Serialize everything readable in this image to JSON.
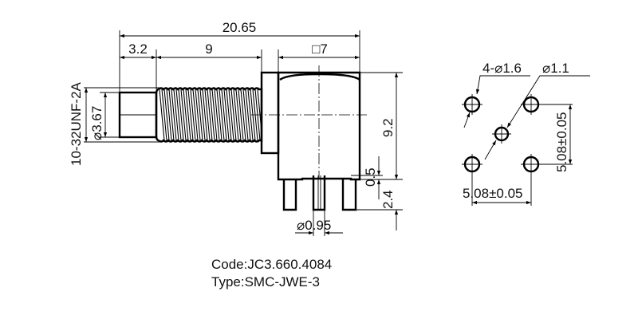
{
  "drawing": {
    "side_view": {
      "overall_length": "20.65",
      "tip_length": "3.2",
      "thread_length": "9",
      "body_square": "□7",
      "thread_spec": "10-32UNF-2A",
      "tip_diameter": "⌀3.67",
      "body_height": "9.2",
      "standoff": "0.5",
      "pin_length": "2.4",
      "pin_diameter": "⌀0.95"
    },
    "footprint": {
      "outer_holes": "4-⌀1.6",
      "center_hole": "⌀1.1",
      "vertical_pitch": "5.08±0.05",
      "horizontal_pitch": "5.08±0.05"
    }
  },
  "caption": {
    "code": "Code:JC3.660.4084",
    "type": "Type:SMC-JWE-3"
  },
  "colors": {
    "line": "#000000",
    "background": "#ffffff"
  }
}
